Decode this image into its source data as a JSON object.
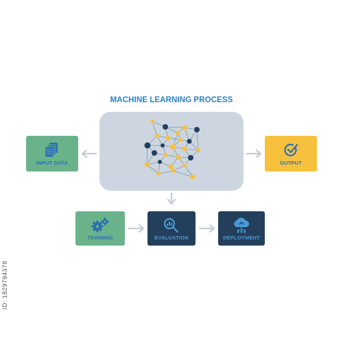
{
  "title": "MACHINE LEARNING PROCESS",
  "colors": {
    "title": "#2a82c0",
    "central_bg": "#cdd6e0",
    "green_box": "#6ab38a",
    "green_text": "#2a6fb0",
    "yellow_box": "#f7c13e",
    "yellow_text": "#2a6fb0",
    "navy_box": "#233f5c",
    "navy_text": "#4a9ad8",
    "icon_blue": "#2a82c0",
    "arrow": "#c4cdd6",
    "node_yellow": "#f7c13e",
    "node_navy": "#233f5c",
    "edge": "#7e95a8"
  },
  "boxes": {
    "input_data": {
      "label": "INPUT DATA",
      "icon": "documents-icon"
    },
    "output": {
      "label": "OUTPUT",
      "icon": "check-circle-icon"
    },
    "training": {
      "label": "TRAINING",
      "icon": "gears-icon"
    },
    "evaluation": {
      "label": "EVALUATION",
      "icon": "magnifier-icon"
    },
    "deployment": {
      "label": "DEPLOYMENT",
      "icon": "cloud-network-icon"
    }
  },
  "side_text": "ID: 1829794378"
}
